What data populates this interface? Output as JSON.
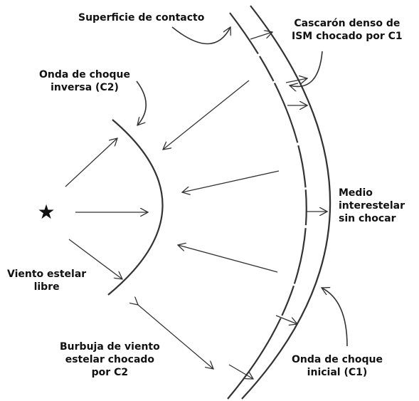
{
  "labels": {
    "contact_surface": "Superficie de contacto",
    "dense_shell": "Cascarón denso de\nISM chocado por C1",
    "reverse_shock": "Onda de choque\ninversa (C2)",
    "ism": "Medio\ninterestelar\nsin chocar",
    "free_wind": "Viento estelar\nlibre",
    "bubble": "Burbuja de viento\nestelar chocado\npor C2",
    "initial_shock": "Onda de choque\ninicial (C1)"
  },
  "icons": {
    "star": "★"
  },
  "colors": {
    "line": "#333333",
    "text": "#111111",
    "background": "#ffffff"
  }
}
